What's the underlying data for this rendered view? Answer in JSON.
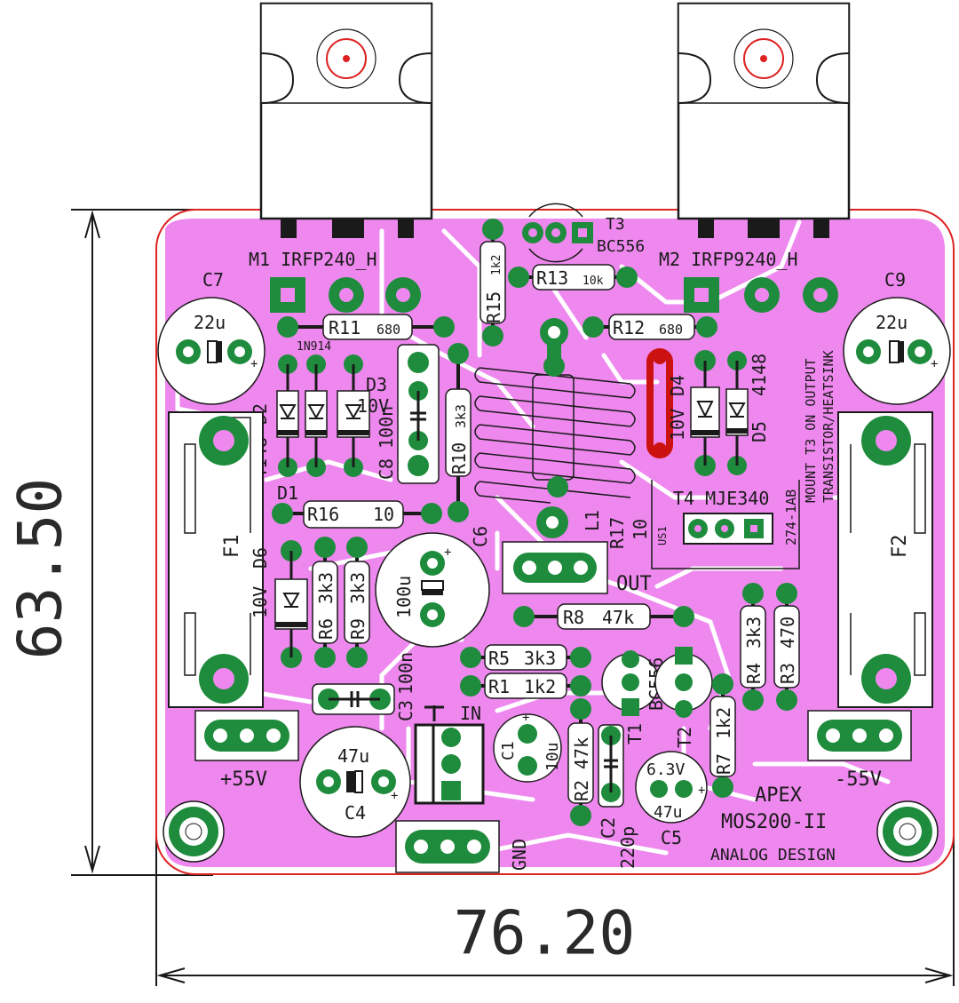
{
  "dimensions": {
    "height": "63.50",
    "width": "76.20"
  },
  "colors": {
    "board": "#ee88ee",
    "outline": "#dd2222",
    "pad": "#1e8c3c",
    "silk": "#1a1a1a",
    "highlight": "#cc1111"
  },
  "mosfets": [
    {
      "label": "M1 IRFP240_H"
    },
    {
      "label": "M2 IRFP9240_H"
    }
  ],
  "transistors": {
    "t3": {
      "ref": "T3",
      "type": "BC556"
    },
    "t4": {
      "label": "T4 MJE340"
    },
    "t1": {
      "ref": "T1",
      "type": "BC556"
    },
    "t2": {
      "ref": "T2"
    }
  },
  "resistors": {
    "r11": {
      "ref": "R11",
      "value": "680"
    },
    "r12": {
      "ref": "R12",
      "value": "680"
    },
    "r13": {
      "ref": "R13",
      "value": "10k"
    },
    "r15": {
      "ref": "R15",
      "value": "1k2"
    },
    "r10": {
      "ref": "R10",
      "value": "3k3"
    },
    "r16": {
      "ref": "R16",
      "value": "10"
    },
    "r17": {
      "ref": "R17",
      "value": "10"
    },
    "r6": {
      "ref": "R6",
      "value": "3k3"
    },
    "r9": {
      "ref": "R9",
      "value": "3k3"
    },
    "r8": {
      "ref": "R8",
      "value": "47k"
    },
    "r5": {
      "ref": "R5",
      "value": "3k3"
    },
    "r1": {
      "ref": "R1",
      "value": "1k2"
    },
    "r2": {
      "ref": "R2",
      "value": "47k"
    },
    "r7": {
      "ref": "R7",
      "value": "1k2"
    },
    "r4": {
      "ref": "R4",
      "value": "3k3"
    },
    "r3": {
      "ref": "R3",
      "value": "470"
    }
  },
  "capacitors": {
    "c7": {
      "ref": "C7",
      "value": "22u"
    },
    "c9": {
      "ref": "C9",
      "value": "22u"
    },
    "c8": {
      "ref": "C8",
      "value": "100n"
    },
    "c6": {
      "ref": "C6"
    },
    "c100u": {
      "value": "100u"
    },
    "c3": {
      "ref": "C3",
      "value": "100n"
    },
    "c4": {
      "ref": "C4",
      "value": "47u"
    },
    "c1": {
      "ref": "C1",
      "value": "10u"
    },
    "c2": {
      "ref": "C2",
      "value": "220p"
    },
    "c5": {
      "ref": "C5",
      "value": "47u",
      "voltage": "6.3V"
    }
  },
  "diodes": {
    "d1": {
      "ref": "D1"
    },
    "d2": {
      "ref": "D2",
      "value": "4148"
    },
    "d3": {
      "ref": "D3",
      "value": "10V"
    },
    "d4": {
      "ref": "D4",
      "value": "10V"
    },
    "d5": {
      "ref": "D5",
      "value": "4148"
    },
    "d6": {
      "ref": "D6",
      "value": "10V"
    },
    "part_1n914": "1N914"
  },
  "inductor": {
    "ref": "L1"
  },
  "fuses": {
    "f1": "F1",
    "f2": "F2"
  },
  "connectors": {
    "out": "OUT",
    "in": "IN",
    "gnd": "GND",
    "pos_supply": "+55V",
    "neg_supply": "-55V"
  },
  "notes": {
    "mount_line1": "MOUNT T3 ON OUTPUT",
    "mount_line2": "TRANSISTOR/HEATSINK",
    "heatsink_part": "274-1AB",
    "us1": "US1"
  },
  "branding": {
    "brand": "APEX",
    "model": "MOS200-II",
    "company": "ANALOG DESIGN"
  }
}
